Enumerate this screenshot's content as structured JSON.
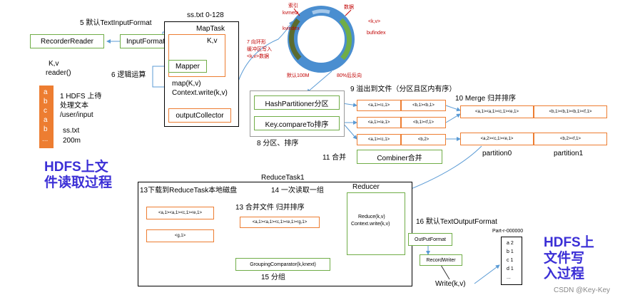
{
  "maptask": {
    "title": "ss.txt 0-128",
    "name": "MapTask",
    "kv": "K,v",
    "mapper": "Mapper",
    "map_code_1": "map(K,v)",
    "map_code_2": "Context.write(k,v)",
    "collector": "outputCollector"
  },
  "input": {
    "step5": "5 默认TextInputFormat",
    "recorder_reader": "RecorderReader",
    "input_format": "InputFormat",
    "kv": "K,v",
    "reader": "reader()",
    "step6": "6 逻辑运算",
    "step1_line1": "1 HDFS 上待",
    "step1_line2": "处理文本",
    "step1_line3": "/user/input",
    "file_name": "ss.txt",
    "file_size": "200m",
    "file_chars": [
      "a",
      "b",
      "c",
      "a",
      "b",
      "..."
    ]
  },
  "ring": {
    "index_label": "索引",
    "kvmeta": "kvmeta",
    "kvindex": "kvindex",
    "data_label": "数据",
    "kv": "<k,v>",
    "bufindex": "bufindex",
    "step7_line1": "7 向环形",
    "step7_line2": "缓冲区写入",
    "step7_line3": "<k,v>数据",
    "default_size": "默认100M",
    "reverse": "80%后反向"
  },
  "spill": {
    "step9": "9 溢出到文件（分区且区内有序）",
    "hash_partitioner": "HashPartitioner分区",
    "compare_to": "Key.compareTo排序",
    "step8": "8 分区、排序",
    "step11": "11 合并",
    "combiner": "Combiner合并",
    "step10": "10 Merge 归并排序",
    "cells": {
      "r1a": "<a,1><c,1>",
      "r1b": "<b,1><b,1>",
      "r2a": "<a,1><e,1>",
      "r2b": "<b,1><f,1>",
      "r3a": "<a,1><c,1>",
      "r3b": "<b,2>",
      "m1a": "<a,1><a,1><c,1><e,1>",
      "m1b": "<b,1><b,1><b,1><f,1>",
      "m2a": "<a,2><c,1><e,1>",
      "m2b": "<b,2><f,1>"
    },
    "partition0": "partition0",
    "partition1": "partition1"
  },
  "reduce": {
    "title": "ReduceTask1",
    "step13_download": "13下载到ReduceTask本地磁盘",
    "step14": "14 一次读取一组",
    "reducer": "Reducer",
    "step13_merge": "13 合并文件 归并排序",
    "d1": "<a,1><a,1><c,1><e,1>",
    "d2": "<g,1>",
    "merged": "<a,1><a,1><c,1><e,1><g,1>",
    "reduce_call": "Reduce(k,v)",
    "context_write": "Context.write(k,v)",
    "grouping": "GroupingComparator(k,knext)",
    "step15": "15 分组"
  },
  "output": {
    "step16": "16 默认TextOutputFormat",
    "output_format": "OutPutFormat",
    "record_writer": "RecordWriter",
    "write": "Write(k,v)",
    "part_file": "Part-r-000000",
    "lines": [
      "a 2",
      "b 1",
      "c 1",
      "d 1",
      "..."
    ]
  },
  "titles": {
    "hdfs_read_line1": "HDFS上文",
    "hdfs_read_line2": "件读取过程",
    "hdfs_write_line1": "HDFS上",
    "hdfs_write_line2": "文件写",
    "hdfs_write_line3": "入过程"
  },
  "watermark": "CSDN @Key-Key",
  "colors": {
    "green": "#70ad47",
    "orange": "#ed7d31",
    "blue_title": "#3b2fd6",
    "red": "#c00000",
    "ring_blue": "#4a8ed0",
    "arrow_blue": "#5b9bd5"
  }
}
